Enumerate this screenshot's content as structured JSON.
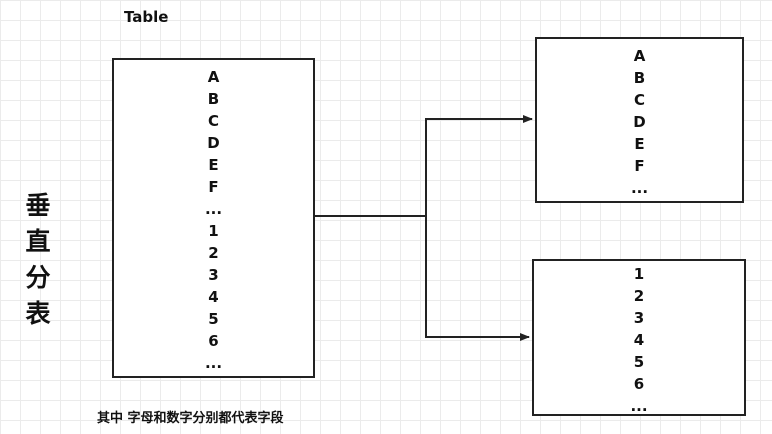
{
  "diagram": {
    "table_label": "Table",
    "vertical_title": [
      "垂",
      "直",
      "分",
      "表"
    ],
    "source_fields": [
      "A",
      "B",
      "C",
      "D",
      "E",
      "F",
      "...",
      "1",
      "2",
      "3",
      "4",
      "5",
      "6",
      "..."
    ],
    "letters_fields": [
      "A",
      "B",
      "C",
      "D",
      "E",
      "F",
      "..."
    ],
    "digits_fields": [
      "1",
      "2",
      "3",
      "4",
      "5",
      "6",
      "..."
    ],
    "caption": "其中 字母和数字分别都代表字段",
    "line_color": "#222222"
  }
}
